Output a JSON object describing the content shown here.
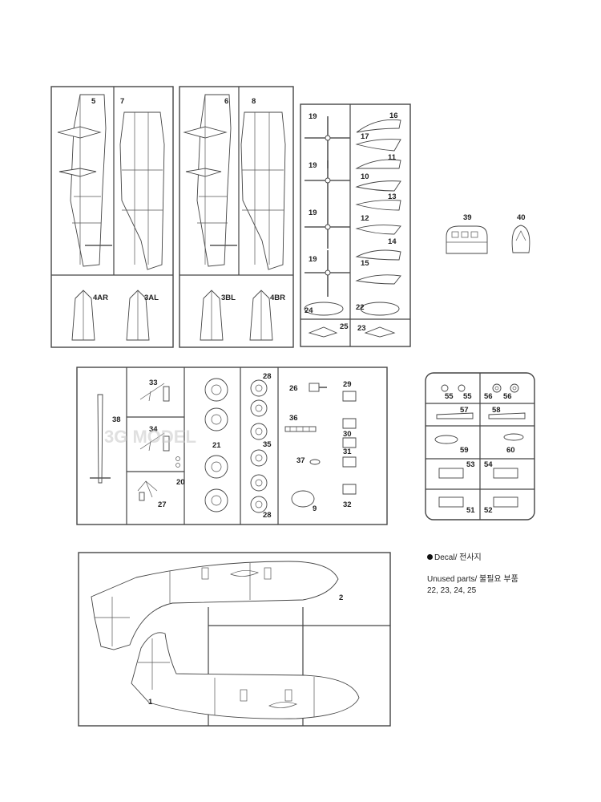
{
  "watermark": "3G MODEL",
  "legend": {
    "decal": "Decal/ 전사지",
    "unused_title": "Unused parts/ 불필요 부품",
    "unused_list": "22, 23, 24, 25"
  },
  "parts": {
    "p5": "5",
    "p7": "7",
    "p6": "6",
    "p8": "8",
    "p4AR": "4AR",
    "p3AL": "3AL",
    "p3BL": "3BL",
    "p4BR": "4BR",
    "p19a": "19",
    "p19b": "19",
    "p19c": "19",
    "p19d": "19",
    "p16": "16",
    "p17": "17",
    "p11": "11",
    "p10": "10",
    "p13": "13",
    "p12": "12",
    "p14": "14",
    "p15": "15",
    "p24": "24",
    "p22": "22",
    "p25": "25",
    "p23": "23",
    "p39": "39",
    "p40": "40",
    "p38": "38",
    "p33": "33",
    "p34": "34",
    "p20": "20",
    "p27": "27",
    "p21": "21",
    "p28a": "28",
    "p35": "35",
    "p28b": "28",
    "p26": "26",
    "p29": "29",
    "p36": "36",
    "p30": "30",
    "p31": "31",
    "p37": "37",
    "p9": "9",
    "p32": "32",
    "p55a": "55",
    "p55b": "55",
    "p56a": "56",
    "p56b": "56",
    "p57": "57",
    "p58": "58",
    "p59": "59",
    "p60": "60",
    "p53": "53",
    "p54": "54",
    "p51": "51",
    "p52": "52",
    "p2": "2",
    "p1": "1"
  }
}
